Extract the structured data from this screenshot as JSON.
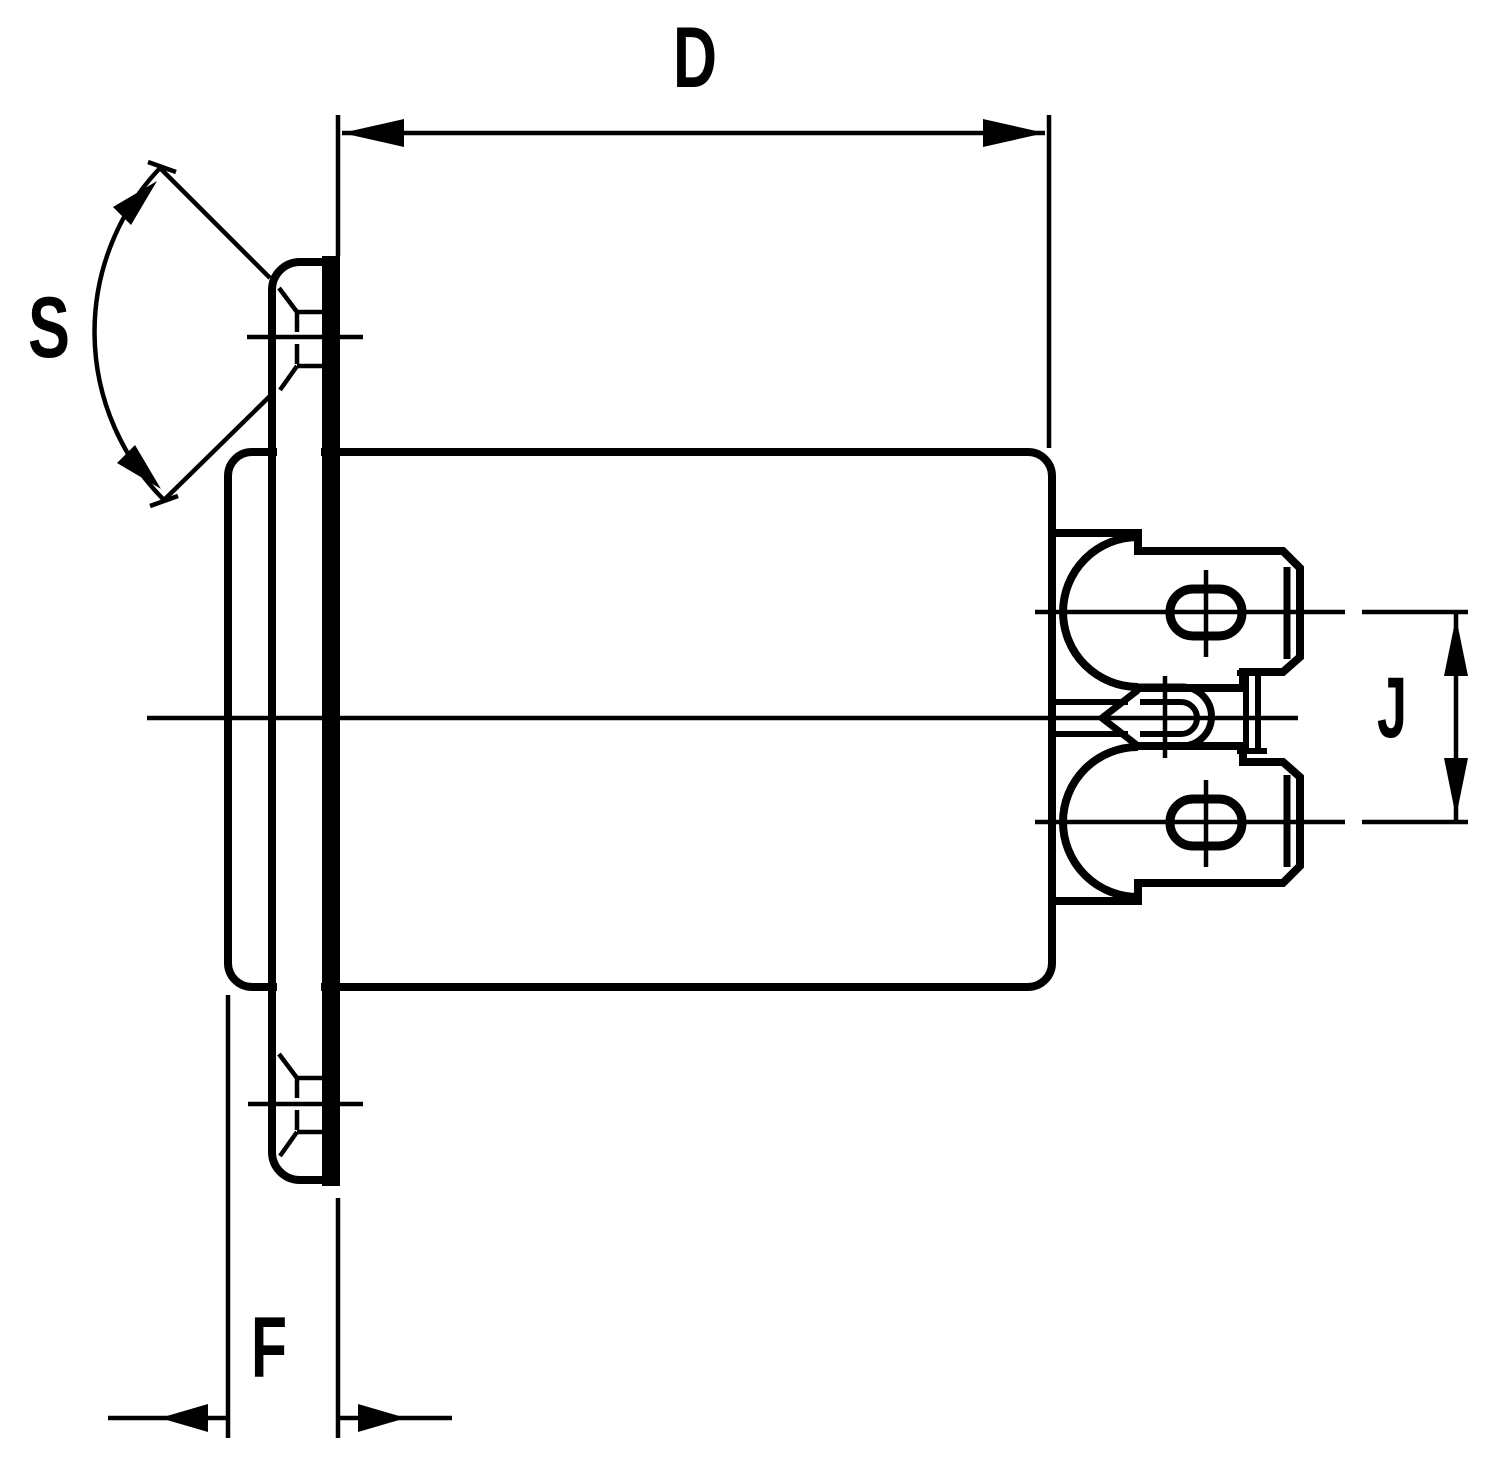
{
  "labels": {
    "d": "D",
    "s": "S",
    "f": "F",
    "j": "J"
  },
  "colors": {
    "ink": "#000000",
    "paper": "#ffffff"
  }
}
